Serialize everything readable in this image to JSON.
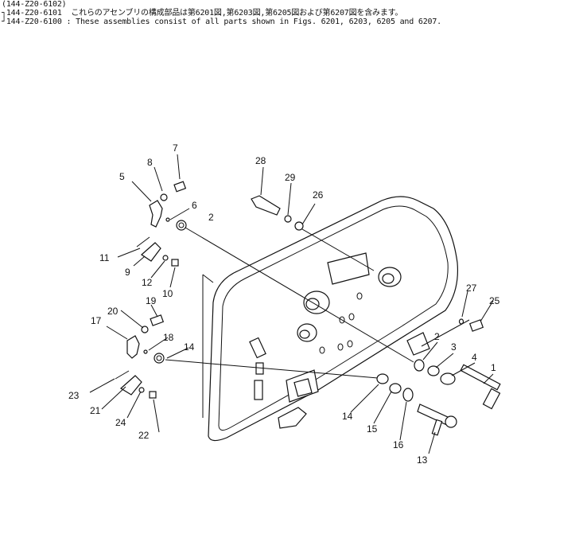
{
  "header": {
    "line1": "(144-Z20-6102)",
    "line2_code": "144-Z20-6101",
    "line2_text": "これらのアセンブリの構成部品は第6201図,第6203図,第6205図および第6207図を含みます。",
    "line3_code": "144-Z20-6100",
    "line3_text": ": These assemblies consist of all parts shown in Figs. 6201, 6203, 6205 and 6207."
  },
  "callouts": [
    "1",
    "2",
    "2",
    "3",
    "4",
    "5",
    "6",
    "7",
    "8",
    "9",
    "10",
    "11",
    "12",
    "13",
    "14",
    "14",
    "15",
    "16",
    "17",
    "18",
    "19",
    "20",
    "21",
    "22",
    "23",
    "24",
    "25",
    "26",
    "27",
    "28",
    "29"
  ]
}
